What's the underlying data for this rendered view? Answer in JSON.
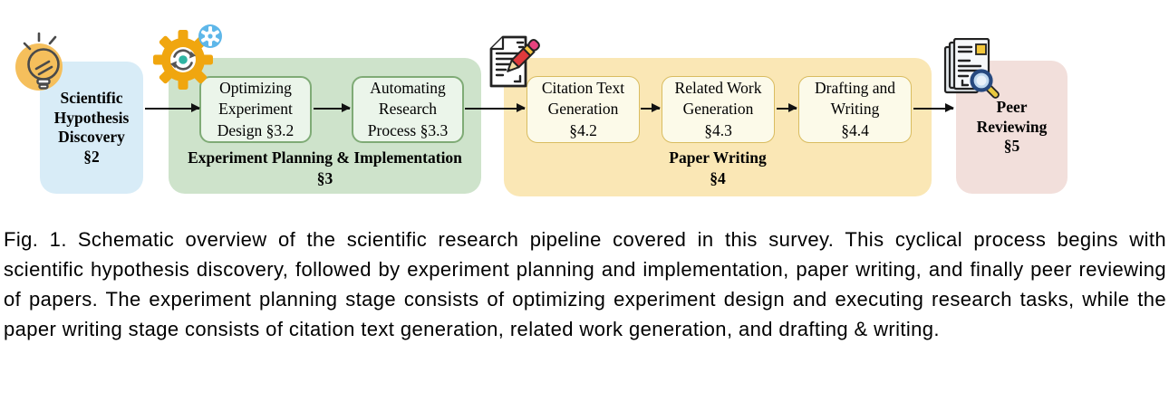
{
  "figure": {
    "stages": {
      "hypothesis": {
        "lines": [
          "Scientific",
          "Hypothesis",
          "Discovery",
          "§2"
        ],
        "icon": "lightbulb-icon"
      },
      "planning": {
        "label": "Experiment Planning & Implementation",
        "section": "§3",
        "icon": "gears-icon",
        "boxes": {
          "optimizing": {
            "lines": [
              "Optimizing",
              "Experiment",
              "Design §3.2"
            ]
          },
          "automating": {
            "lines": [
              "Automating",
              "Research",
              "Process §3.3"
            ]
          }
        }
      },
      "writing": {
        "label": "Paper Writing",
        "section": "§4",
        "icon": "document-pencil-icon",
        "boxes": {
          "citation": {
            "lines": [
              "Citation Text",
              "Generation",
              "§4.2"
            ]
          },
          "related": {
            "lines": [
              "Related Work",
              "Generation",
              "§4.3"
            ]
          },
          "drafting": {
            "lines": [
              "Drafting and",
              "Writing",
              "§4.4"
            ]
          }
        }
      },
      "review": {
        "lines": [
          "Peer",
          "Reviewing",
          "§5"
        ],
        "icon": "papers-magnifier-icon"
      }
    },
    "colors": {
      "hypothesis_box": "#D8ECF7",
      "planning_box": "#CEE3CB",
      "planning_subbox_fill": "#EBF5EA",
      "planning_subbox_border": "#7FAB76",
      "writing_box": "#FAE7B5",
      "writing_subbox_fill": "#FCFAE9",
      "writing_subbox_border": "#D9BC60",
      "review_box": "#F2DFDB",
      "arrow": "#111111",
      "bulb_orange": "#F5BF5C",
      "gear_orange": "#F0A60F",
      "badge_blue": "#5EB7E9",
      "teal_dot": "#2FB5A3",
      "pencil_red": "#DF3A3C",
      "pencil_pink": "#E8437F",
      "pencil_yellow": "#F5C643",
      "magnifier_ring": "#26497F",
      "magnifier_lens": "#BFD9F0",
      "magnifier_handle": "#E9C83F"
    }
  },
  "caption": {
    "label": "Fig. 1.",
    "text": "Schematic overview of the scientific research pipeline covered in this survey. This cyclical process begins with scientific hypothesis discovery, followed by experiment planning and implementation, paper writing, and finally peer reviewing of papers. The experiment planning stage consists of optimizing experiment design and executing research tasks, while the paper writing stage consists of citation text generation, related work generation, and drafting & writing."
  }
}
